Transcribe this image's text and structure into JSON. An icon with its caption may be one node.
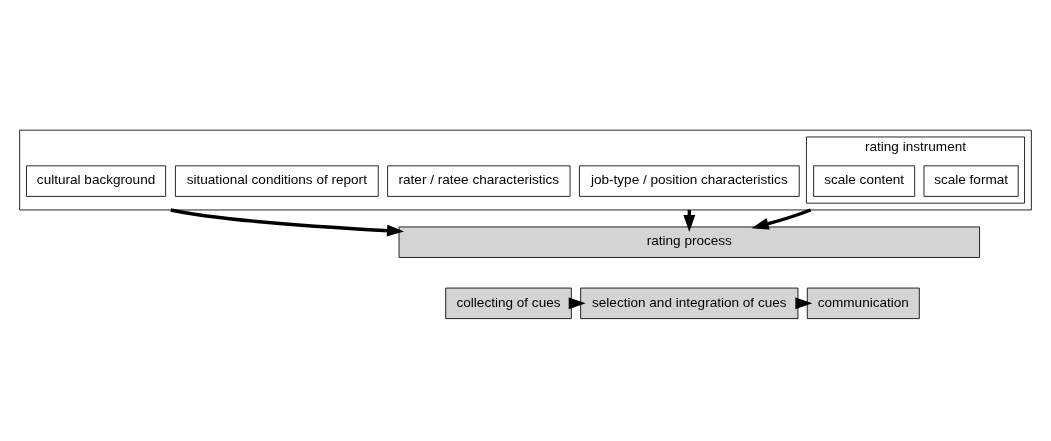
{
  "diagram": {
    "nodes": [
      {
        "text": [],
        "shape": "box"
      },
      {
        "text": [
          "job-type / position characteristics"
        ],
        "in": 0
      },
      {
        "text": [
          "rater / ratee characteristics"
        ],
        "in": 0
      },
      {
        "text": [
          "rating instrument"
        ],
        "in": 0
      },
      {
        "text": [
          "scale format"
        ],
        "in": 3
      },
      {
        "text": [
          "scale content"
        ],
        "in": 3
      },
      {
        "text": [
          "situational conditions of report"
        ],
        "in": 0
      },
      {
        "text": [
          "cultural background"
        ],
        "in": 0
      },
      {
        "text": [
          "rating process"
        ]
      },
      {
        "text": [
          "collecting of cues"
        ]
      },
      {
        "text": [
          "selection and integration of cues"
        ]
      },
      {
        "text": [
          "communication"
        ]
      }
    ],
    "edges": [
      {
        "from": 0,
        "to": 8,
        "arrow": "to"
      },
      {
        "from": 0,
        "to": 8,
        "arrow": "to"
      },
      {
        "from": 0,
        "to": 8,
        "arrow": "to"
      },
      {
        "from": 9,
        "to": 10,
        "arrow": "to"
      },
      {
        "from": 10,
        "to": 11,
        "arrow": "to"
      }
    ]
  }
}
